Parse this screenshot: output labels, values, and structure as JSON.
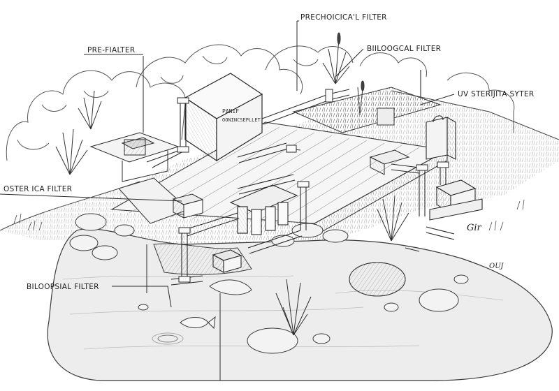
{
  "labels": {
    "prechemical_filter": "PRECHOICICA'L FILTER",
    "biological_filter_top": "BIILOOGCAL FILTER",
    "pre_filter": "PRE-FIALTER",
    "uv_sterilizer": "UV STERIJITA SYTER",
    "oster_filter": "OSTER ICA FILTER",
    "bioopsial_filter": "BILOOPSIAL FILTER",
    "pump_box": "PANIF",
    "pump_box_line2": "OONINCSEPLLET",
    "handwritten_out": "Gir",
    "handwritten_ouj": "OUJ"
  },
  "colors": {
    "ink": "#2a2a2a",
    "shade": "#8a8a8a",
    "water": "#d9d9d9",
    "rock": "#e6e6e6",
    "paper": "#ffffff"
  }
}
